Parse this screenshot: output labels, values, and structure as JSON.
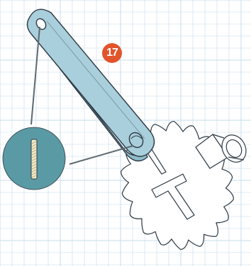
{
  "step": {
    "number": "17",
    "badge_color": "#e2542b"
  },
  "colors": {
    "grid_background": "#ffffff",
    "grid_line": "#c5dcee",
    "lever_fill": "#a9cfdc",
    "lever_shade": "#8fbccb",
    "outline": "#2d3a44",
    "gear_fill": "#ffffff",
    "callout_circle": "#5a9aa5",
    "pin_fill": "#f0e8c8"
  },
  "parts": [
    {
      "name": "lever-arm",
      "description_icon": "lever-icon"
    },
    {
      "name": "gear-with-t-cutout",
      "description_icon": "gear-icon"
    },
    {
      "name": "axle-cap",
      "description_icon": "cylinder-icon"
    },
    {
      "name": "pin",
      "description_icon": "pin-icon"
    }
  ]
}
